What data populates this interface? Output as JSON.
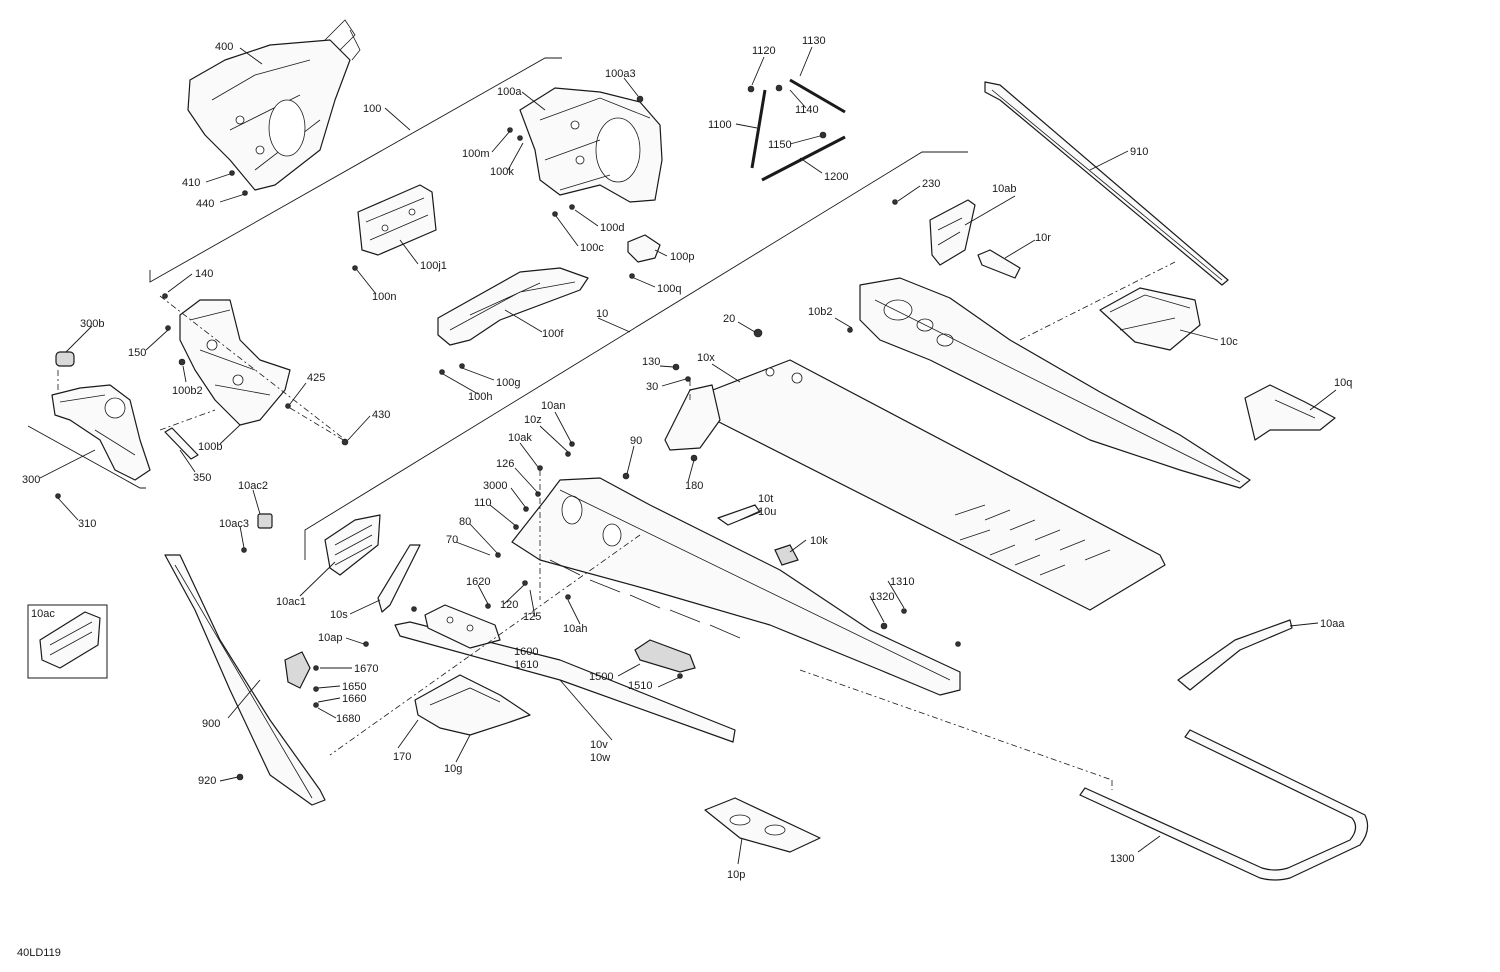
{
  "diagram_ref": "40LD119",
  "labels": {
    "l400": "400",
    "l100": "100",
    "l410": "410",
    "l440": "440",
    "l100a": "100a",
    "l100a3": "100a3",
    "l100m": "100m",
    "l100k": "100k",
    "l100d": "100d",
    "l100c": "100c",
    "l100p": "100p",
    "l100q": "100q",
    "l1120": "1120",
    "l1130": "1130",
    "l1140": "1140",
    "l1100": "1100",
    "l1150": "1150",
    "l1200": "1200",
    "l910": "910",
    "l230": "230",
    "l10ab": "10ab",
    "l10r": "10r",
    "l100j1": "100j1",
    "l100n": "100n",
    "l140": "140",
    "l150": "150",
    "l300b": "300b",
    "l100b2": "100b2",
    "l425": "425",
    "l430": "430",
    "l100b": "100b",
    "l300": "300",
    "l350": "350",
    "l310": "310",
    "l100f": "100f",
    "l100g": "100g",
    "l100h": "100h",
    "l10": "10",
    "l20": "20",
    "l10b2": "10b2",
    "l10c": "10c",
    "l10q": "10q",
    "l130": "130",
    "l10x": "10x",
    "l30": "30",
    "l10an": "10an",
    "l10z": "10z",
    "l10ak": "10ak",
    "l90": "90",
    "l126": "126",
    "l3000": "3000",
    "l110": "110",
    "l180": "180",
    "l80": "80",
    "l70": "70",
    "l10t": "10t",
    "l10u": "10u",
    "l10k": "10k",
    "l10ac2": "10ac2",
    "l10ac3": "10ac3",
    "l10ac1": "10ac1",
    "l10s": "10s",
    "l1620": "1620",
    "l120": "120",
    "l125": "125",
    "l10ah": "10ah",
    "l1310": "1310",
    "l1320": "1320",
    "l10aa": "10aa",
    "l10ac": "10ac",
    "l10ap": "10ap",
    "l1600": "1600",
    "l1610": "1610",
    "l1670": "1670",
    "l1650": "1650",
    "l1660": "1660",
    "l1680": "1680",
    "l1500": "1500",
    "l1510": "1510",
    "l900": "900",
    "l170": "170",
    "l10g": "10g",
    "l10v": "10v",
    "l10w": "10w",
    "l920": "920",
    "l10p": "10p",
    "l1300": "1300"
  }
}
